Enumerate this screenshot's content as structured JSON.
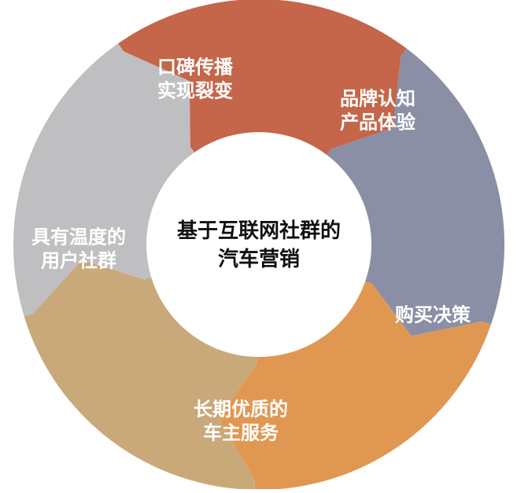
{
  "center": {
    "lines": [
      "基于互联网社群的",
      "汽车营销"
    ],
    "text_color": "#111111"
  },
  "segments": [
    {
      "id": "word-of-mouth",
      "lines": [
        "口碑传播",
        "实现裂变"
      ],
      "color": "#C5654A"
    },
    {
      "id": "brand-experience",
      "lines": [
        "品牌认知",
        "产品体验"
      ],
      "color": "#8A8FA6"
    },
    {
      "id": "purchase-decision",
      "lines": [
        "购买决策"
      ],
      "color": "#E09752"
    },
    {
      "id": "quality-service",
      "lines": [
        "长期优质的",
        "车主服务"
      ],
      "color": "#C9A87A"
    },
    {
      "id": "warm-community",
      "lines": [
        "具有温度的",
        "用户社群"
      ],
      "color": "#BFBFC2"
    }
  ],
  "label_color": "#ffffff"
}
